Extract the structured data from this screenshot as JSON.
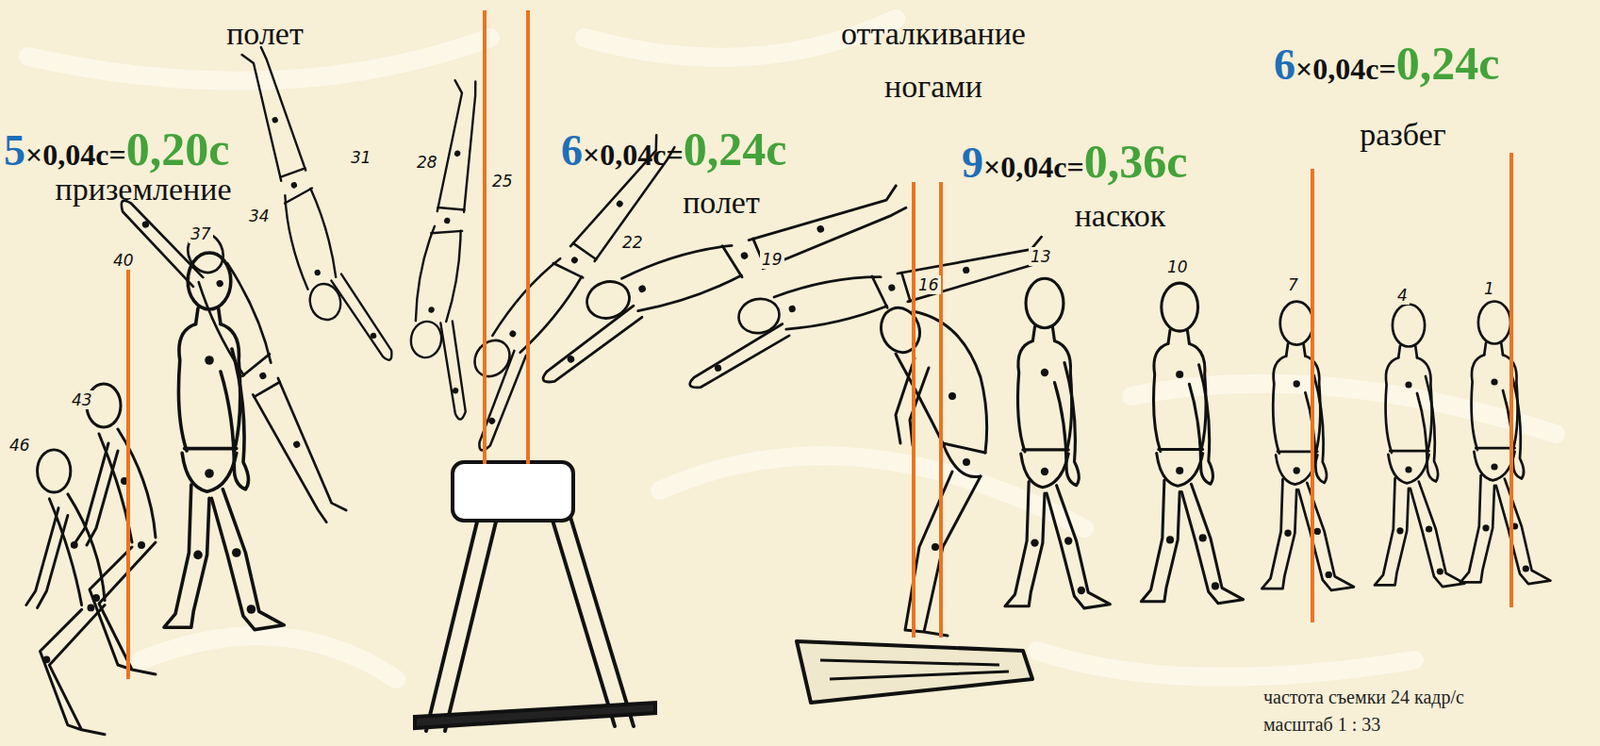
{
  "diagram": {
    "labels": [
      "полет",
      "отталкивание ногами",
      "6",
      "×0,04с=",
      "0,24с",
      "разбег",
      "5",
      "×0,04с=",
      "0,20с",
      "приземление",
      "6",
      "×0,04с=",
      "0,24с",
      "полет",
      "9",
      "×0,04с=",
      "0,36с",
      "наскок",
      "46",
      "43",
      "40",
      "37",
      "34",
      "31",
      "28",
      "25",
      "22",
      "19",
      "16",
      "13",
      "10",
      "7",
      "4",
      "1",
      "частота съемки 24 кадр/с",
      "масштаб 1 : 33"
    ]
  }
}
